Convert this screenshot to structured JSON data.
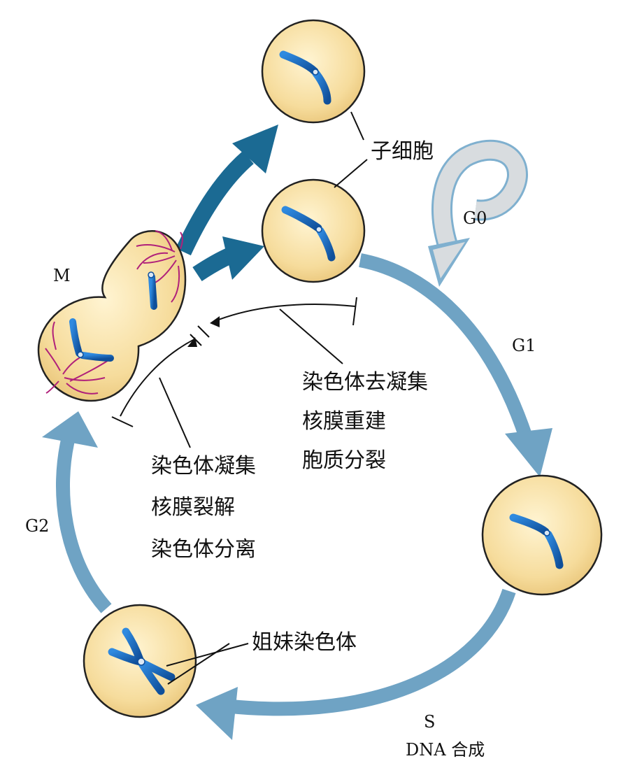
{
  "phases": {
    "m": "M",
    "g0": "G0",
    "g1": "G1",
    "g2": "G2",
    "s": "S",
    "s_sub": "DNA 合成"
  },
  "labels": {
    "daughter_cells": "子细胞",
    "sister_chromatids": "姐妹染色体"
  },
  "events_exit": [
    "染色体去凝集",
    "核膜重建",
    "胞质分裂"
  ],
  "events_entry": [
    "染色体凝集",
    "核膜裂解",
    "染色体分离"
  ],
  "colors": {
    "cycle_arrow": "#6fa3c4",
    "division_arrow": "#1b6a93",
    "g0_arrow": "#d8dcdf",
    "g0_outline": "#7fb0cf",
    "cell_fill": "#f6dc9c",
    "cell_outline": "#222222",
    "chromosome": "#1e6fc0",
    "spindle": "#b0207a"
  }
}
